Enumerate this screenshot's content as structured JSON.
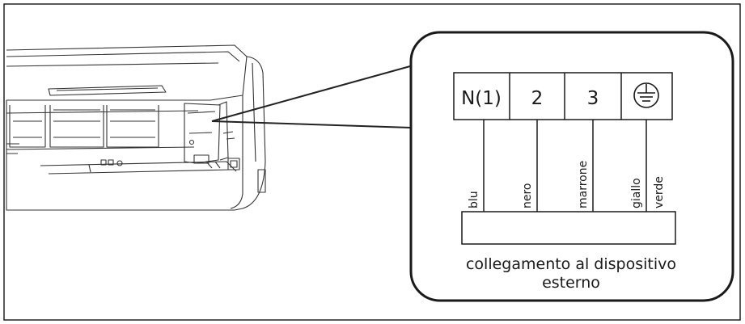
{
  "terminal_block": {
    "terminals": [
      {
        "label": "N(1)"
      },
      {
        "label": "2"
      },
      {
        "label": "3"
      },
      {
        "label": "",
        "icon": "ground-icon"
      }
    ]
  },
  "wires": [
    {
      "label": "blu"
    },
    {
      "label": "nero"
    },
    {
      "label": "marrone"
    },
    {
      "label": "giallo"
    },
    {
      "label": "verde"
    }
  ],
  "caption": {
    "line1": "collegamento al dispositivo",
    "line2": "esterno"
  },
  "colors": {
    "line": "#1a1a1a",
    "device": "#333333",
    "background": "#ffffff"
  }
}
